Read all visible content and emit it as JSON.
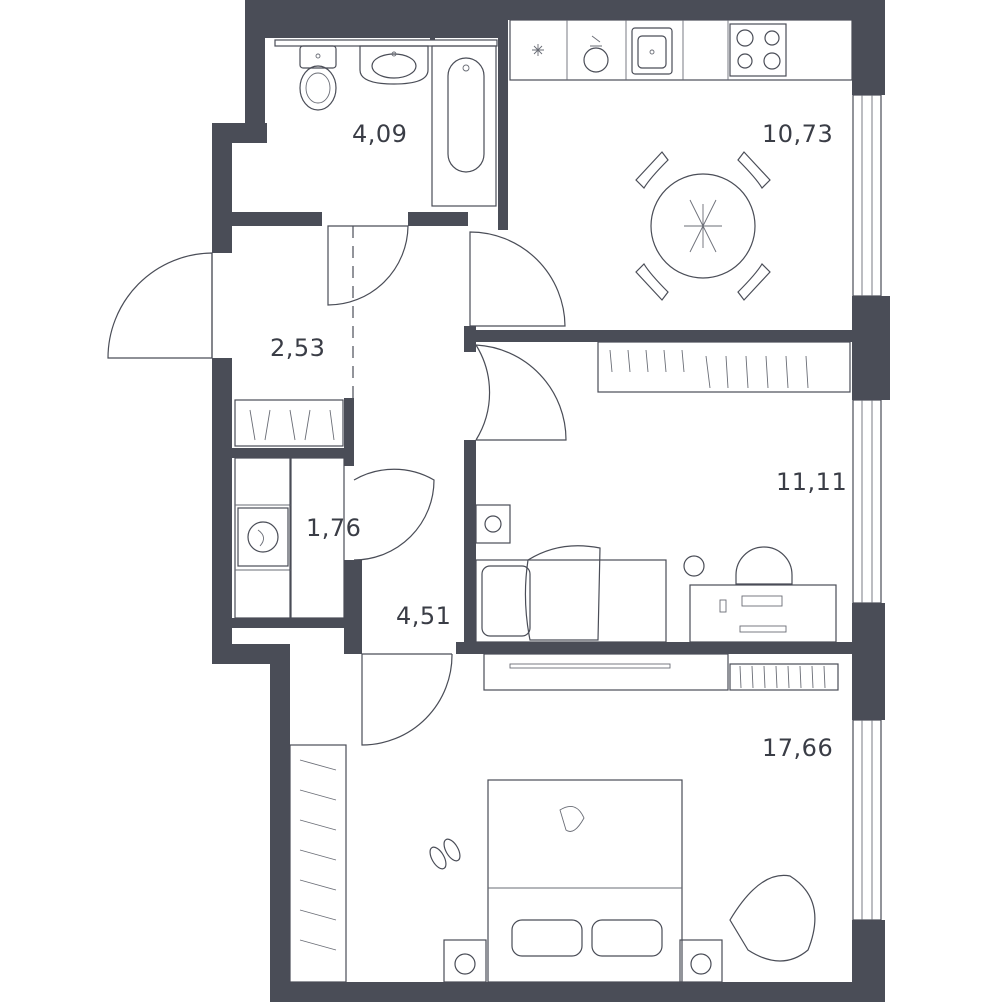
{
  "rooms": [
    {
      "id": "bathroom",
      "area": "4,09"
    },
    {
      "id": "kitchen",
      "area": "10,73"
    },
    {
      "id": "entrance",
      "area": "2,53"
    },
    {
      "id": "bedroom-small",
      "area": "11,11"
    },
    {
      "id": "laundry",
      "area": "1,76"
    },
    {
      "id": "hall",
      "area": "4,51"
    },
    {
      "id": "bedroom-large",
      "area": "17,66"
    }
  ],
  "colors": {
    "wall": "#4a4d57",
    "line": "#4a4d57",
    "background": "#ffffff"
  }
}
